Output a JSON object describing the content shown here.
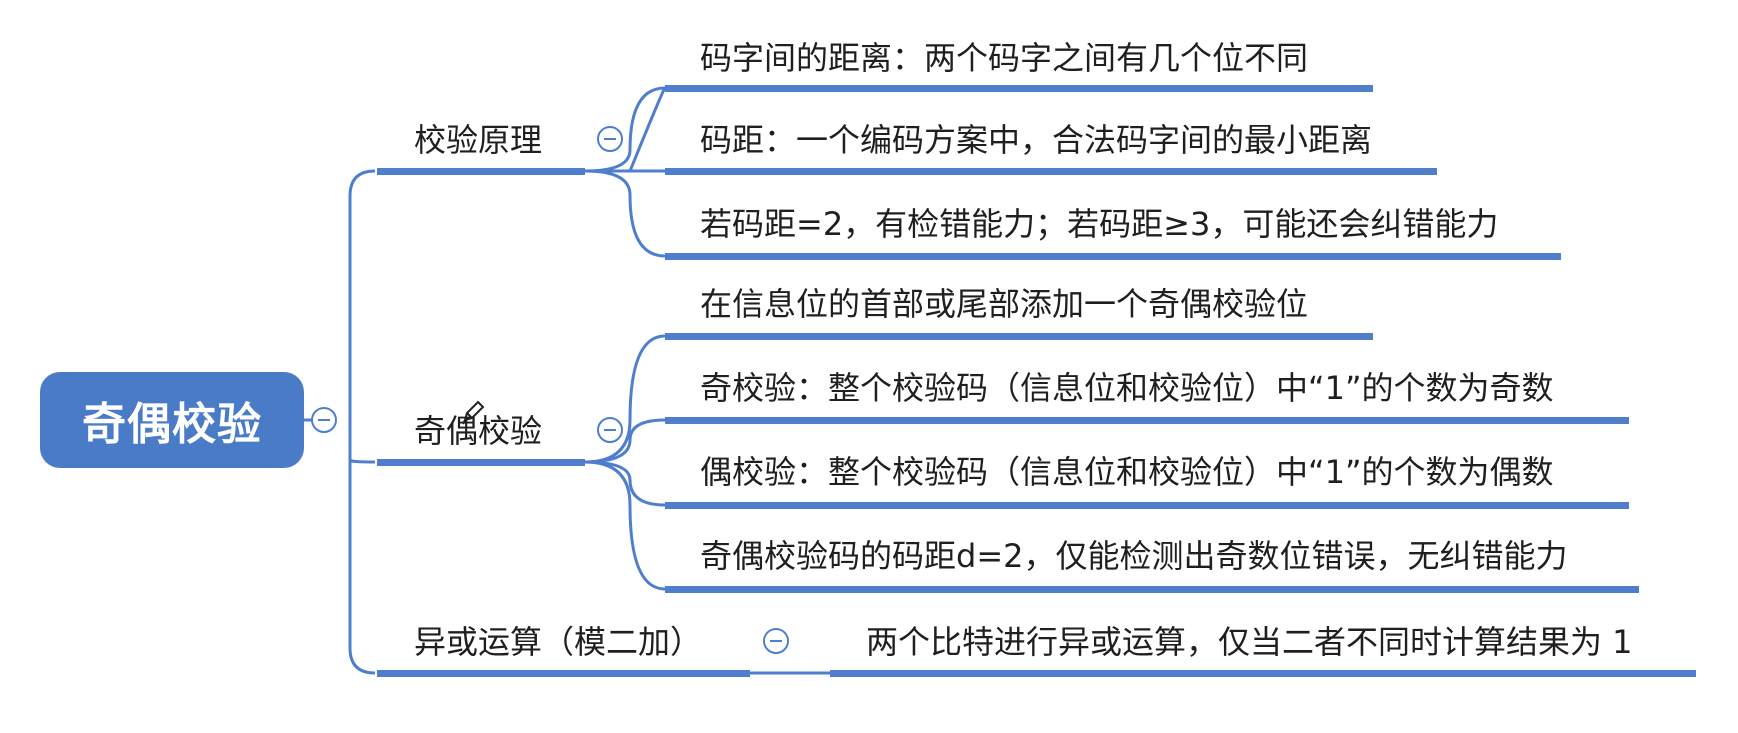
{
  "root": {
    "label": "奇偶校验",
    "collapse_icon": "minus-circle-icon"
  },
  "branches": [
    {
      "label": "校验原理",
      "collapse_icon": "minus-circle-icon",
      "leaves": [
        "码字间的距离：两个码字之间有几个位不同",
        "码距：一个编码方案中，合法码字间的最小距离",
        "若码距=2，有检错能力；若码距≥3，可能还会纠错能力"
      ]
    },
    {
      "label": "奇偶校验",
      "collapse_icon": "minus-circle-icon",
      "leaves": [
        "在信息位的首部或尾部添加一个奇偶校验位",
        "奇校验：整个校验码（信息位和校验位）中“1”的个数为奇数",
        "偶校验：整个校验码（信息位和校验位）中“1”的个数为偶数",
        "奇偶校验码的码距d=2，仅能检测出奇数位错误，无纠错能力"
      ]
    },
    {
      "label": "异或运算（模二加）",
      "collapse_icon": "minus-circle-icon",
      "leaves": [
        "两个比特进行异或运算，仅当二者不同时计算结果为 1"
      ]
    }
  ],
  "annotation_icon": "pencil-cursor-icon",
  "colors": {
    "root_fill": "#4a7bc7",
    "connector": "#4f7fcc",
    "text": "#1f1f1f"
  }
}
